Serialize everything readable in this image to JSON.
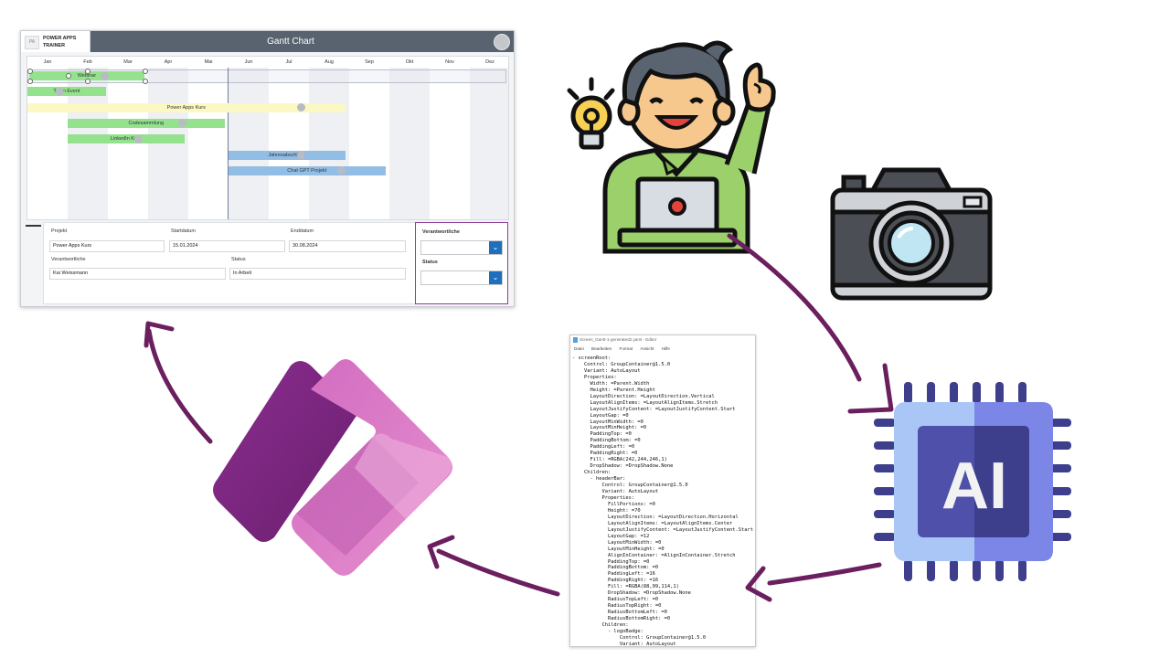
{
  "gantt_app": {
    "logo_line1": "POWER APPS",
    "logo_line2": "TRAINER",
    "logo_icon_text": "PA",
    "title": "Gantt Chart",
    "months": [
      "Jan",
      "Feb",
      "Mar",
      "Apr",
      "Mai",
      "Jun",
      "Jul",
      "Aug",
      "Sep",
      "Okt",
      "Nov",
      "Dez"
    ],
    "tasks": [
      {
        "label": "Webinar",
        "color": "green",
        "start_month": 0.05,
        "end_month": 2.9,
        "knob_month": 1.9,
        "selected": true
      },
      {
        "label": "Team Event",
        "color": "green",
        "start_month": 0.0,
        "end_month": 1.95,
        "knob_month": 0.8
      },
      {
        "label": "Power Apps Kurs",
        "color": "yellow",
        "start_month": 0.0,
        "end_month": 7.9,
        "knob_month": 6.8
      },
      {
        "label": "Codesammlung",
        "color": "green",
        "start_month": 1.0,
        "end_month": 4.9,
        "knob_month": 3.85
      },
      {
        "label": "LinkedIn Kurs",
        "color": "green",
        "start_month": 1.0,
        "end_month": 3.9,
        "knob_month": 2.75
      },
      {
        "label": "Jahresabschluss",
        "color": "blue",
        "start_month": 5.0,
        "end_month": 7.9,
        "knob_month": 6.8
      },
      {
        "label": "Chat GPT Projekt",
        "color": "blue",
        "start_month": 5.0,
        "end_month": 8.9,
        "knob_month": 7.8
      }
    ],
    "form": {
      "projekt_label": "Projekt",
      "projekt_value": "Power Apps Kurs",
      "startdatum_label": "Startdatum",
      "startdatum_value": "15.01.2024",
      "enddatum_label": "Enddatum",
      "enddatum_value": "30.08.2024",
      "verantwortliche_label": "Verantwortliche",
      "verantwortliche_value": "Kai Weissmann",
      "status_label": "Status",
      "status_value": "In Arbeit"
    },
    "filters": {
      "verantwortliche_label": "Verantwortliche",
      "status_label": "Status"
    }
  },
  "editor": {
    "title": "Screen_Gantt-1-generated2.yaml - Editor",
    "menu": [
      "Datei",
      "Bearbeiten",
      "Format",
      "Ansicht",
      "Hilfe"
    ],
    "code": [
      "- screenRoot:",
      "    Control: GroupContainer@1.5.0",
      "    Variant: AutoLayout",
      "    Properties:",
      "      Width: =Parent.Width",
      "      Height: =Parent.Height",
      "      LayoutDirection: =LayoutDirection.Vertical",
      "      LayoutAlignItems: =LayoutAlignItems.Stretch",
      "      LayoutJustifyContent: =LayoutJustifyContent.Start",
      "      LayoutGap: =0",
      "      LayoutMinWidth: =0",
      "      LayoutMinHeight: =0",
      "      PaddingTop: =0",
      "      PaddingBottom: =0",
      "      PaddingLeft: =0",
      "      PaddingRight: =0",
      "      Fill: =RGBA(242,244,246,1)",
      "      DropShadow: =DropShadow.None",
      "    Children:",
      "      - headerBar:",
      "          Control: GroupContainer@1.5.0",
      "          Variant: AutoLayout",
      "          Properties:",
      "            FillPortions: =0",
      "            Height: =70",
      "            LayoutDirection: =LayoutDirection.Horizontal",
      "            LayoutAlignItems: =LayoutAlignItems.Center",
      "            LayoutJustifyContent: =LayoutJustifyContent.Start",
      "            LayoutGap: =12",
      "            LayoutMinWidth: =0",
      "            LayoutMinHeight: =0",
      "            AlignInContainer: =AlignInContainer.Stretch",
      "            PaddingTop: =0",
      "            PaddingBottom: =0",
      "            PaddingLeft: =16",
      "            PaddingRight: =16",
      "            Fill: =RGBA(88,99,114,1)",
      "            DropShadow: =DropShadow.None",
      "            RadiusTopLeft: =0",
      "            RadiusTopRight: =0",
      "            RadiusBottomLeft: =0",
      "            RadiusBottomRight: =0",
      "          Children:",
      "            - logoBadge:",
      "                Control: GroupContainer@1.5.0",
      "                Variant: AutoLayout"
    ]
  },
  "ai_chip": {
    "label": "AI"
  },
  "icons": [
    "developer-with-laptop-icon",
    "lightbulb-icon",
    "camera-icon",
    "ai-chip-icon",
    "power-apps-logo-icon"
  ],
  "colors": {
    "arrow": "#6b1f5f",
    "power_apps_dark": "#7b2a86",
    "power_apps_light": "#e07ac0",
    "ai_chip": "#7b86e6"
  }
}
